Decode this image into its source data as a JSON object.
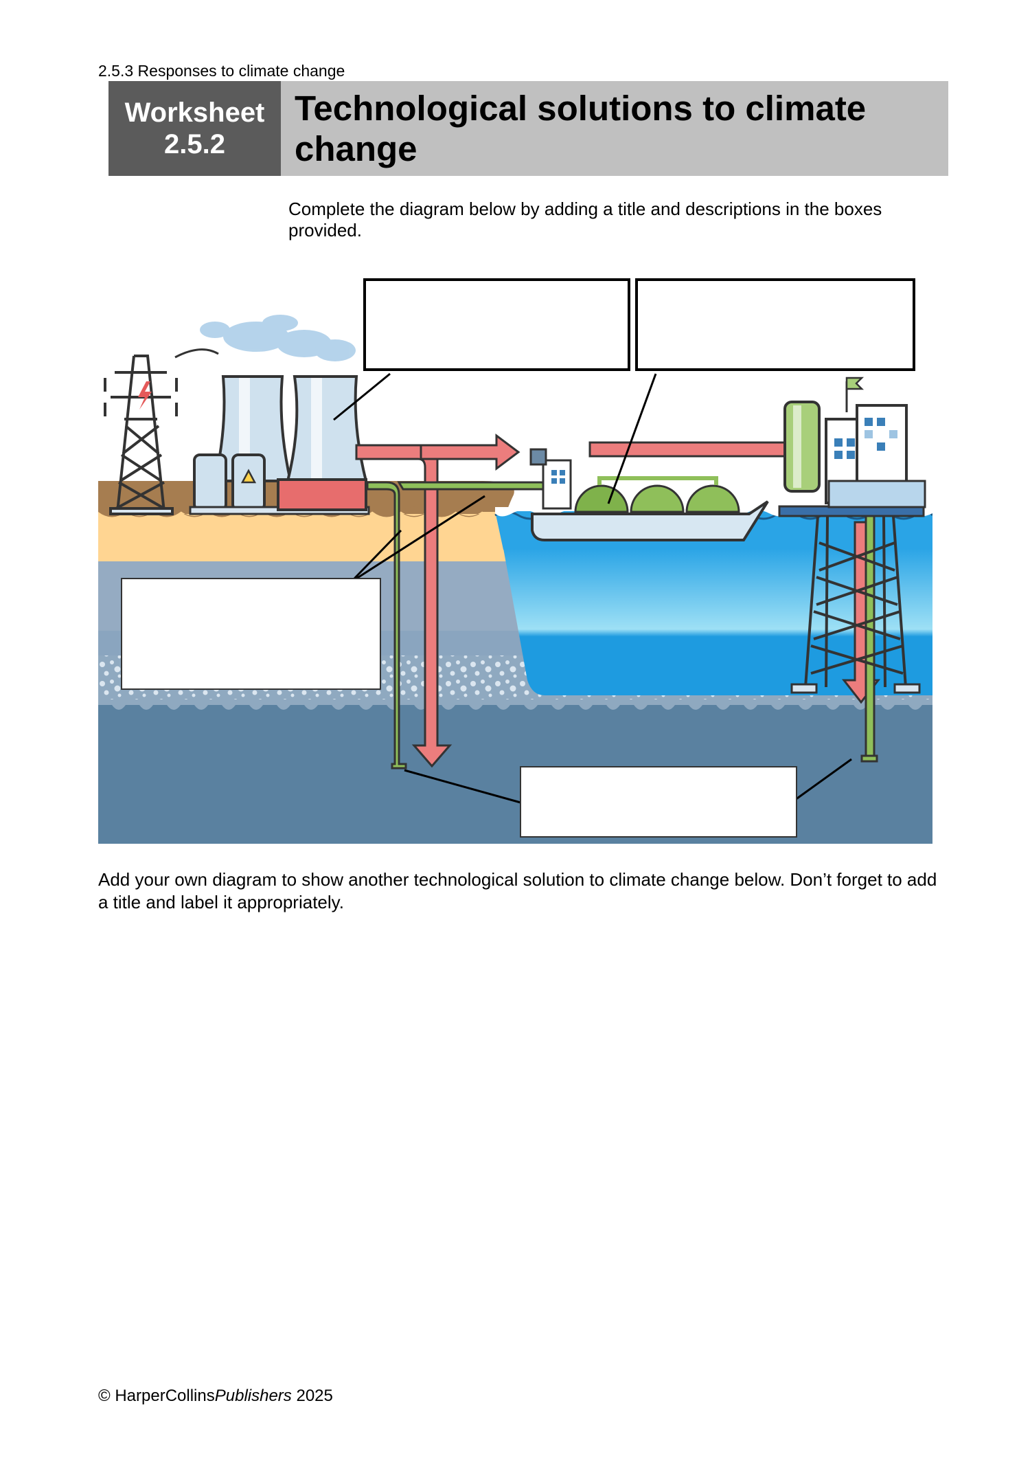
{
  "header": {
    "section_ref": "2.5.3 Responses to climate change",
    "worksheet_word": "Worksheet",
    "worksheet_number": "2.5.2",
    "title": "Technological solutions to climate change"
  },
  "instructions": {
    "diagram_task": "Complete the diagram below by adding a title and descriptions in the boxes provided.",
    "own_diagram_task": "Add your own diagram to show another technological solution to climate change below. Don’t forget to add a title and label it appropriately."
  },
  "footer": {
    "copyright_prefix": "© HarperCollins",
    "publisher_italic": "Publishers",
    "year": "2025"
  },
  "colors": {
    "header_dark": "#5b5b5b",
    "header_light": "#c0c0c0",
    "arrow_red": "#e57373",
    "pipe_green": "#8fbf5a",
    "sea_blue": "#3aaee8",
    "rock_blue": "#5a81a0"
  },
  "diagram": {
    "label_boxes": [
      "title-box",
      "power-station-box",
      "ship-box",
      "pipeline-box",
      "storage-box"
    ],
    "icons": [
      "pylon-icon",
      "lightning-icon",
      "warning-icon",
      "cooling-tower-icon",
      "ship-icon",
      "offshore-rig-icon",
      "flag-icon"
    ]
  }
}
